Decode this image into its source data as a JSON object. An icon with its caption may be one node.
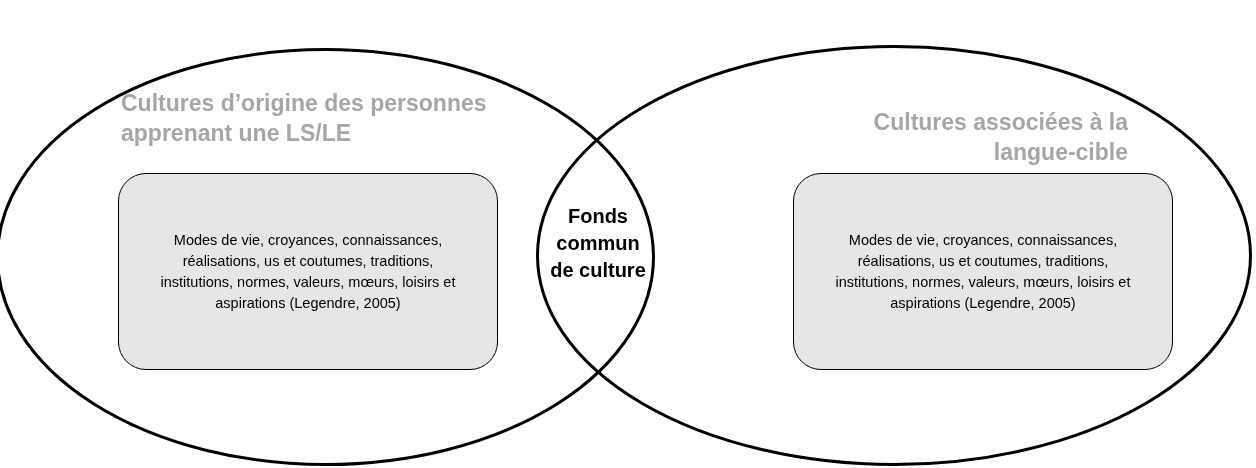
{
  "diagram": {
    "nodes": [
      {
        "text": [
          "Cultures d’origine des personnes apprenant une LS/LE"
        ]
      },
      {
        "text": [
          "Modes de vie, croyances, connaissances, réalisations, us et coutumes, traditions, institutions, normes, valeurs, mœurs, loisirs et aspirations (Legendre, 2005)"
        ],
        "in": 0
      },
      {
        "text": [
          "Cultures associées à la langue-cible"
        ]
      },
      {
        "text": [
          "Modes de vie, croyances, connaissances, réalisations, us et coutumes, traditions, institutions, normes, valeurs, mœurs, loisirs et aspirations (Legendre, 2005)"
        ],
        "in": 2
      },
      {
        "text": [
          "Fonds commun de culture"
        ]
      }
    ]
  }
}
